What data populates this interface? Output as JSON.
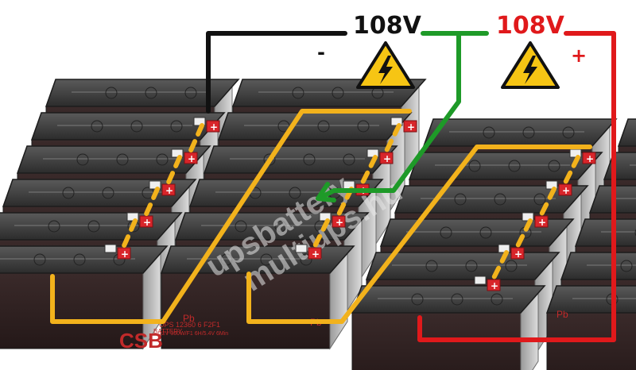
{
  "diagram": {
    "voltage_left": "108V",
    "voltage_right": "108V",
    "minus_sign": "-",
    "plus_sign": "+",
    "battery_brand": "CSB",
    "battery_model": "UPS 12360 6 F2F1",
    "battery_spec": "12V 360W/F1 6H/5.4V 6Min",
    "battery_note": "BATTERY",
    "terminal_plus": "+",
    "pb_mark": "Pb",
    "watermark": "upsbattery",
    "watermark_2": "multiups.hu"
  },
  "colors": {
    "negative_wire": "#111111",
    "positive_wire": "#e0191b",
    "center_tap_wire": "#1e9a28",
    "series_link": "#f2b21c",
    "battery_top": "#3b3b3b",
    "battery_front": "#3a2323",
    "warning_fill": "#f6c514",
    "terminal_red": "#d8252a"
  },
  "icons": {
    "warning_left": "high-voltage-warning-icon",
    "warning_right": "high-voltage-warning-icon"
  }
}
